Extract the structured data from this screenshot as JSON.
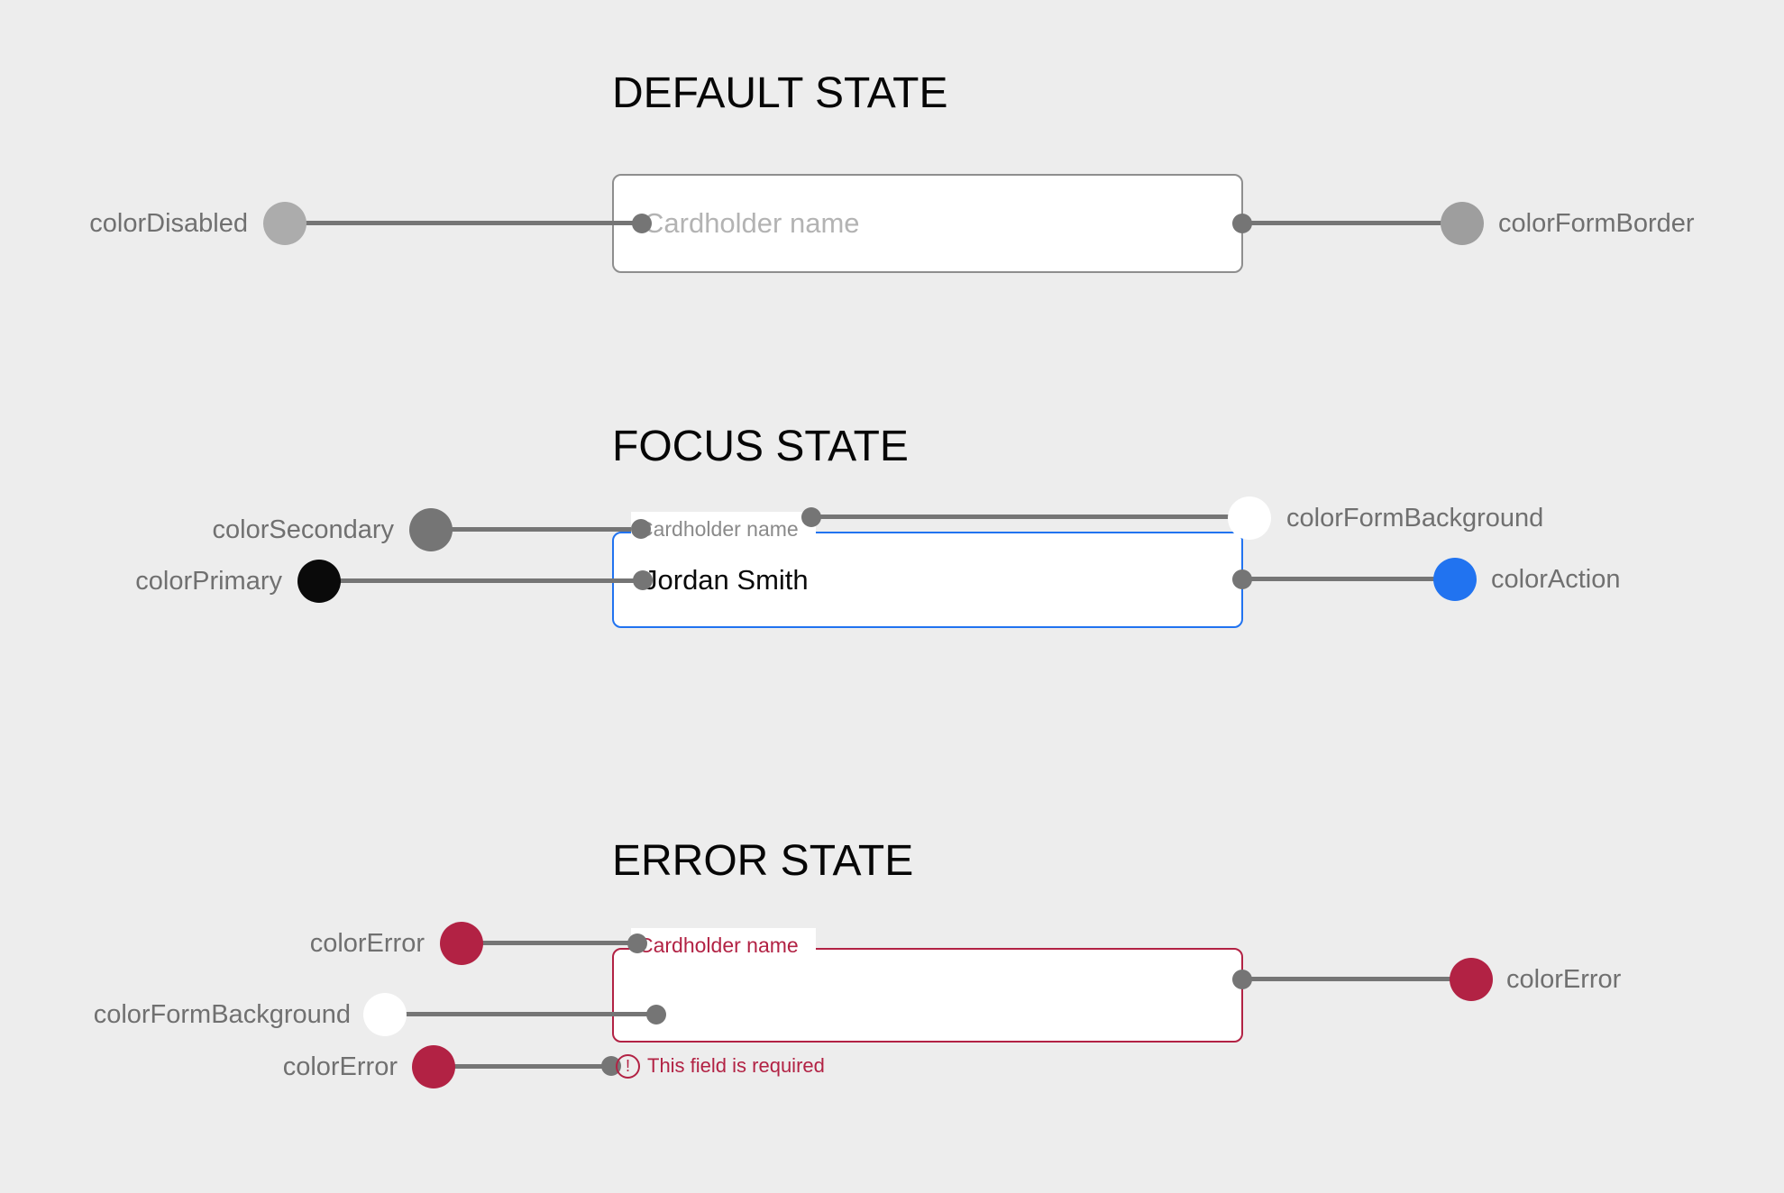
{
  "palette": {
    "page_background": "#EDEDED",
    "connector": "#757575",
    "colorDisabled": "#ACACAC",
    "colorFormBorder": "#8E8E8E",
    "colorSecondary": "#757575",
    "colorPrimary": "#0A0A0A",
    "colorFormBackground": "#FFFFFF",
    "colorAction": "#2173F0",
    "colorError": "#B22244",
    "label_text": "#707070",
    "placeholder_text": "#B3B3B3"
  },
  "sections": {
    "default_state": {
      "title": "DEFAULT STATE",
      "field": {
        "placeholder": "Cardholder name"
      },
      "callouts": {
        "disabled": {
          "label": "colorDisabled"
        },
        "form_border": {
          "label": "colorFormBorder"
        }
      }
    },
    "focus_state": {
      "title": "FOCUS STATE",
      "field": {
        "label": "Cardholder name",
        "value": "Jordan Smith"
      },
      "callouts": {
        "secondary": {
          "label": "colorSecondary"
        },
        "primary": {
          "label": "colorPrimary"
        },
        "form_background": {
          "label": "colorFormBackground"
        },
        "action": {
          "label": "colorAction"
        }
      }
    },
    "error_state": {
      "title": "ERROR STATE",
      "field": {
        "label": "Cardholder name",
        "error_icon": "!",
        "error_message": "This field is required"
      },
      "callouts": {
        "error_label": {
          "label": "colorError"
        },
        "form_background": {
          "label": "colorFormBackground"
        },
        "error_message": {
          "label": "colorError"
        },
        "error_border": {
          "label": "colorError"
        }
      }
    }
  }
}
